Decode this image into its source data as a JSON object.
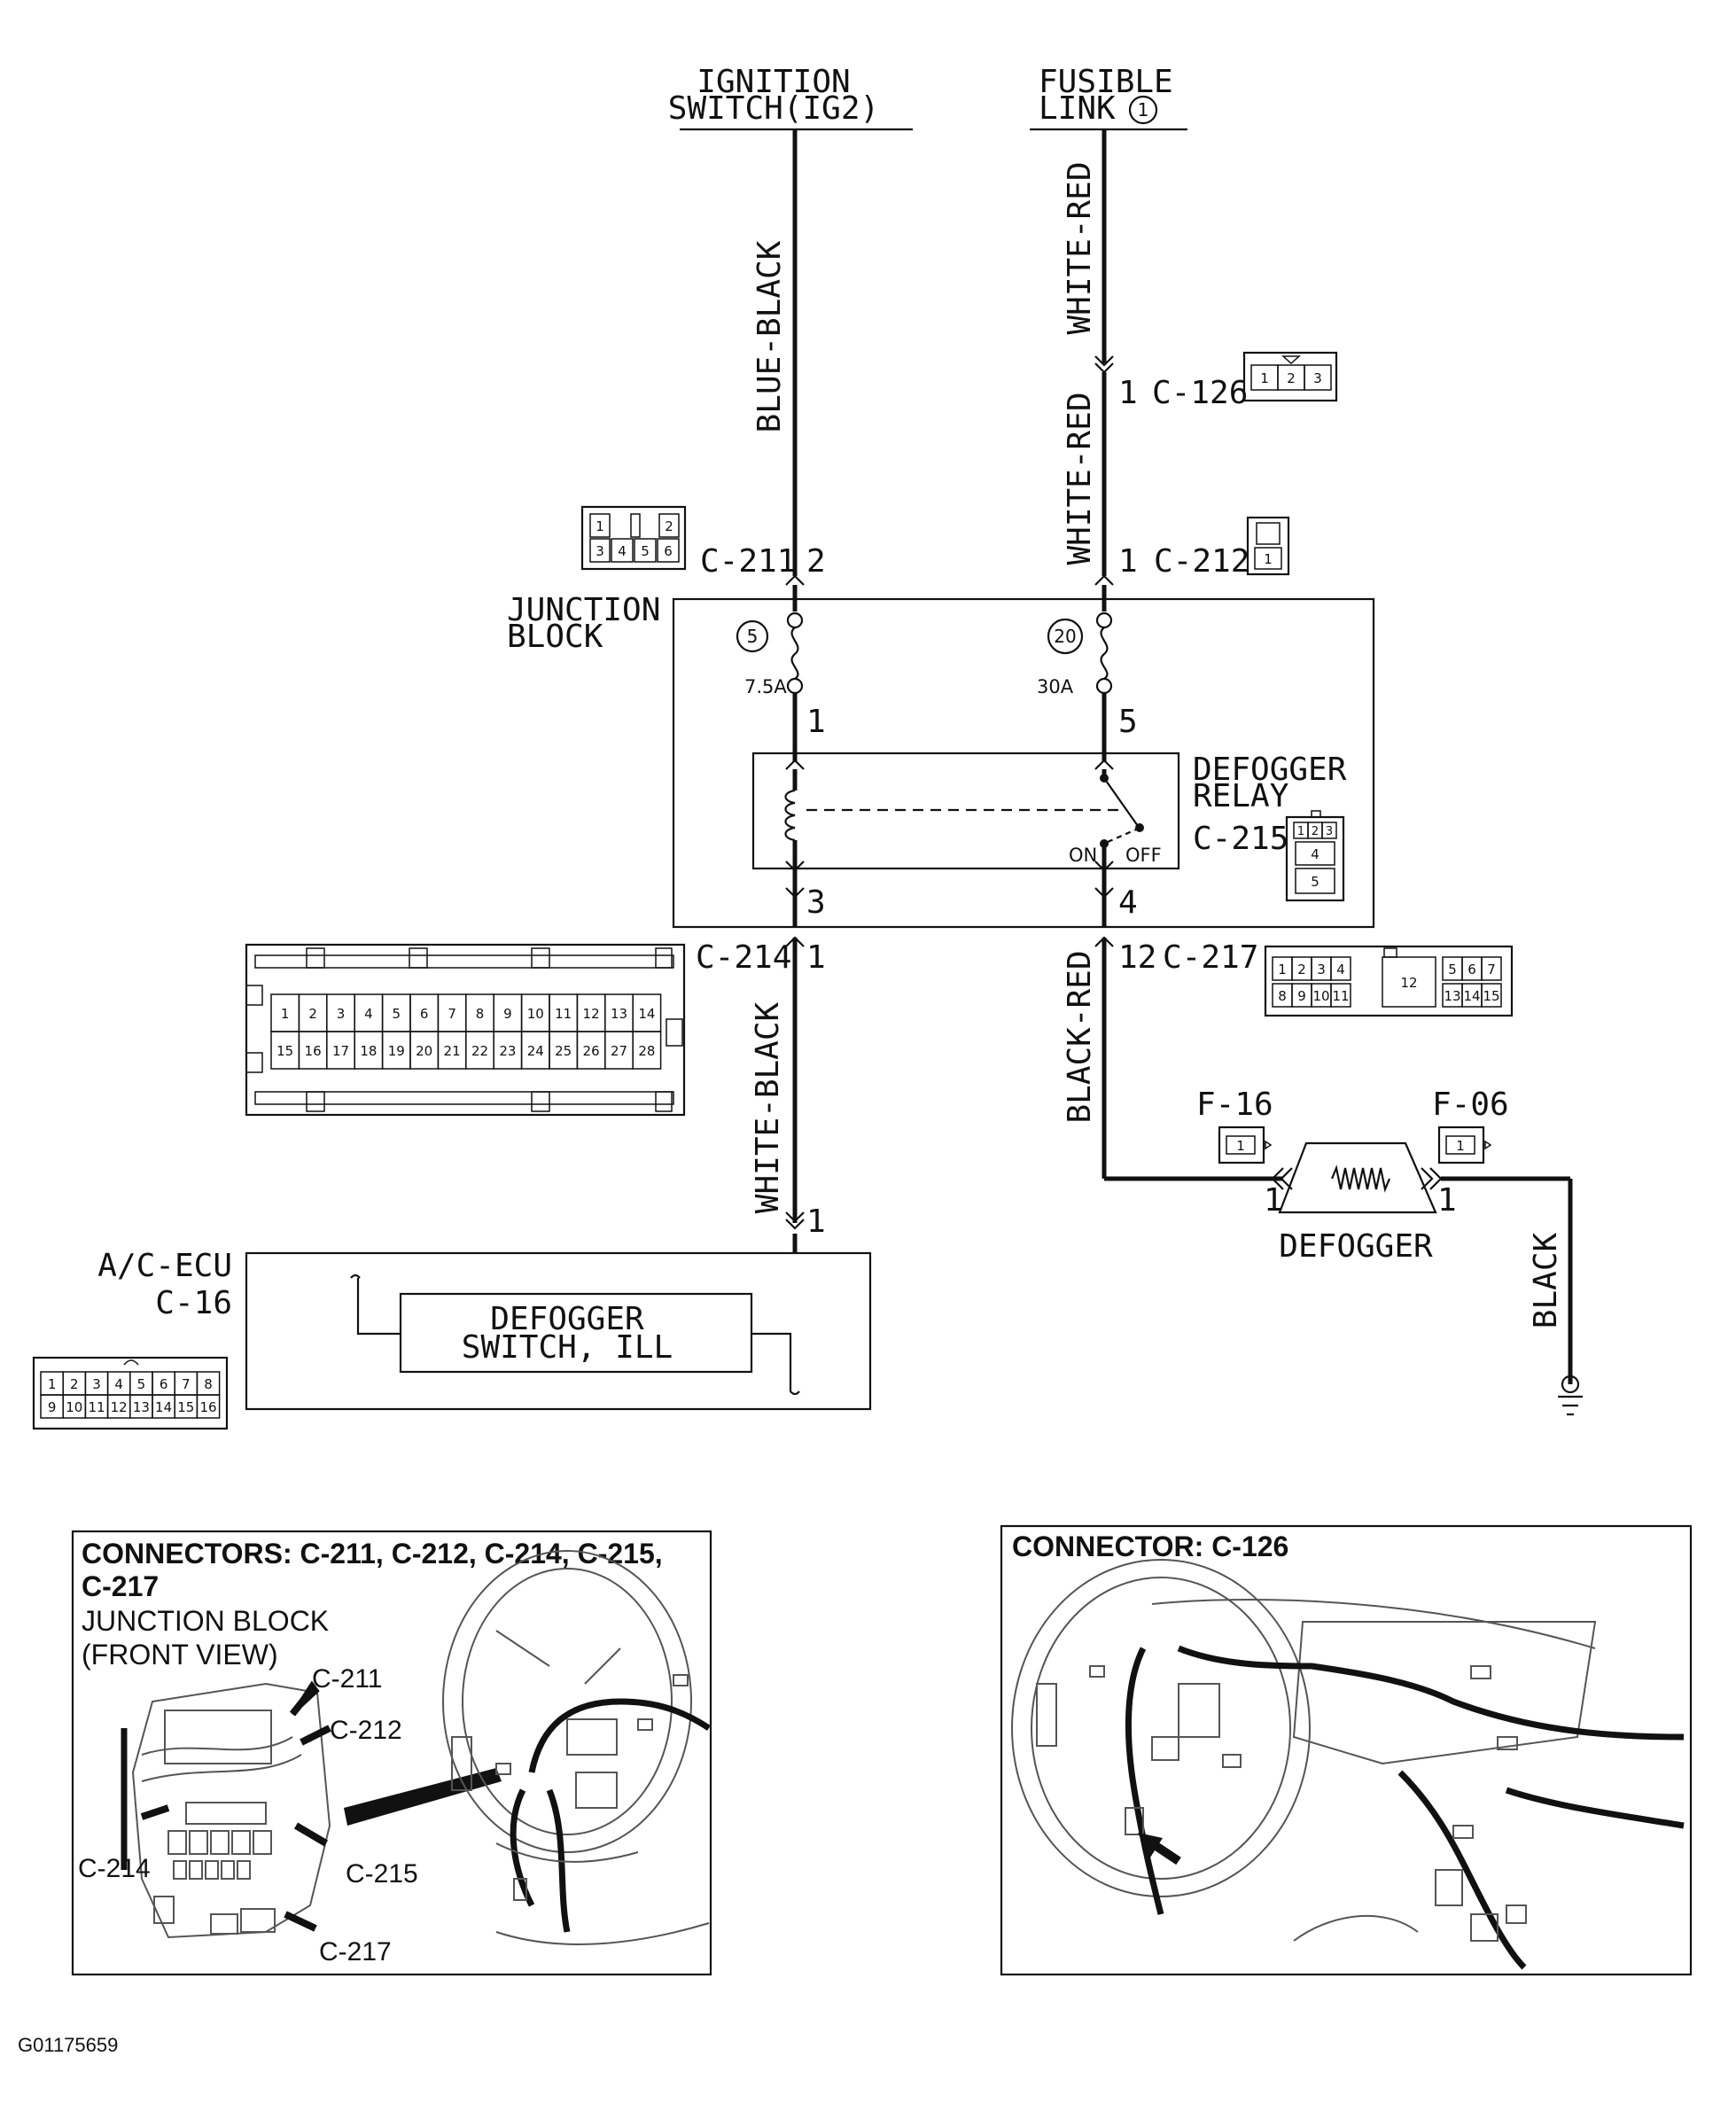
{
  "sources": {
    "ignition": [
      "IGNITION",
      "SWITCH(IG2)"
    ],
    "fusible": [
      "FUSIBLE",
      "LINK"
    ],
    "fusible_num": "1"
  },
  "wires": {
    "blue_black": "BLUE-BLACK",
    "white_red": "WHITE-RED",
    "white_black": "WHITE-BLACK",
    "black_red": "BLACK-RED",
    "black": "BLACK"
  },
  "connectors": {
    "c126": {
      "id": "C-126",
      "pin": "1",
      "pins": [
        "1",
        "2",
        "3"
      ]
    },
    "c211": {
      "id": "C-211",
      "pin": "2",
      "pins": [
        "1",
        "2",
        "3",
        "4",
        "5",
        "6"
      ]
    },
    "c212": {
      "id": "C-212",
      "pin": "1",
      "pins": [
        "1"
      ]
    },
    "c214": {
      "id": "C-214",
      "pin": "1",
      "pins_top": [
        "1",
        "2",
        "3",
        "4",
        "5",
        "6",
        "7",
        "8",
        "9",
        "10",
        "11",
        "12",
        "13",
        "14"
      ],
      "pins_bottom": [
        "15",
        "16",
        "17",
        "18",
        "19",
        "20",
        "21",
        "22",
        "23",
        "24",
        "25",
        "26",
        "27",
        "28"
      ]
    },
    "c215": {
      "id": "C-215",
      "pins": [
        "1",
        "2",
        "3",
        "4",
        "5"
      ]
    },
    "c217": {
      "id": "C-217",
      "pin": "12",
      "pins_top": [
        "1",
        "2",
        "3",
        "4",
        "5",
        "6",
        "7"
      ],
      "pins_bottom": [
        "8",
        "9",
        "10",
        "11",
        "13",
        "14",
        "15"
      ],
      "pin_center": "12"
    },
    "f16": {
      "id": "F-16",
      "pin": "1"
    },
    "f06": {
      "id": "F-06",
      "pin": "1"
    },
    "c16": {
      "pins_top": [
        "1",
        "2",
        "3",
        "4",
        "5",
        "6",
        "7",
        "8"
      ],
      "pins_bottom": [
        "9",
        "10",
        "11",
        "12",
        "13",
        "14",
        "15",
        "16"
      ]
    }
  },
  "junction_block": {
    "label": [
      "JUNCTION",
      "BLOCK"
    ],
    "fuse5": {
      "num": "5",
      "rating": "7.5A"
    },
    "fuse20": {
      "num": "20",
      "rating": "30A"
    },
    "relay_pins": {
      "p1": "1",
      "p3": "3",
      "p4": "4",
      "p5": "5"
    }
  },
  "relay": {
    "label": [
      "DEFOGGER",
      "RELAY"
    ],
    "on": "ON",
    "off": "OFF"
  },
  "defogger": {
    "label": "DEFOGGER",
    "pin_left": "1",
    "pin_right": "1"
  },
  "ecu": {
    "label": [
      "A/C-ECU",
      "C-16"
    ],
    "pin": "1",
    "switch": [
      "DEFOGGER",
      "SWITCH, ILL"
    ]
  },
  "locator_left": {
    "header": [
      "CONNECTORS: C-211, C-212, C-214, C-215,",
      "C-217"
    ],
    "sub": [
      "JUNCTION BLOCK",
      "(FRONT VIEW)"
    ],
    "callouts": [
      "C-211",
      "C-212",
      "C-214",
      "C-215",
      "C-217"
    ]
  },
  "locator_right": {
    "header": "CONNECTOR: C-126"
  },
  "figure_id": "G01175659"
}
